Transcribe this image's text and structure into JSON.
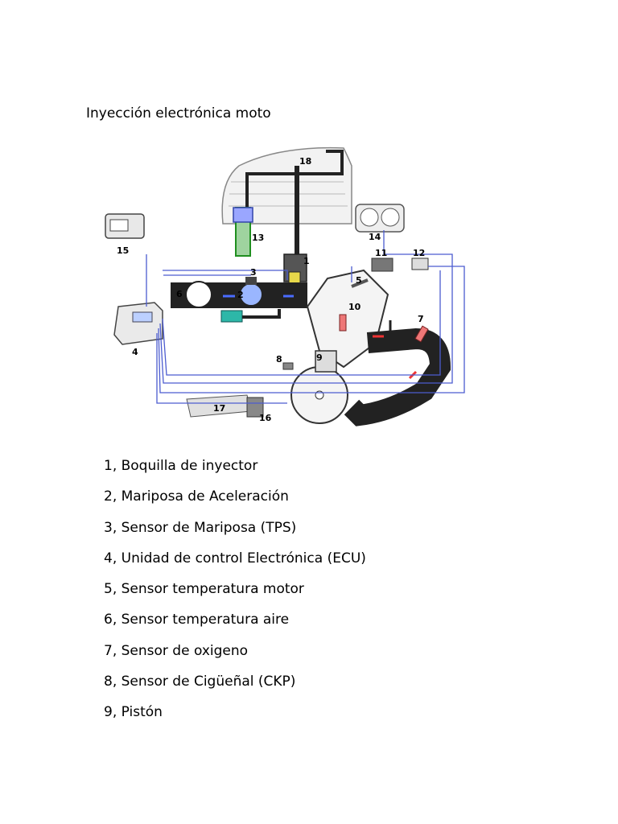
{
  "document": {
    "title": "Inyección electrónica moto"
  },
  "diagram": {
    "numbers": [
      "1",
      "2",
      "3",
      "4",
      "5",
      "6",
      "7",
      "8",
      "9",
      "10",
      "11",
      "12",
      "13",
      "14",
      "15",
      "16",
      "17",
      "18"
    ]
  },
  "legend": [
    "1, Boquilla de inyector",
    "2, Mariposa de Aceleración",
    "3, Sensor de Mariposa (TPS)",
    "4, Unidad de control Electrónica (ECU)",
    "5, Sensor temperatura motor",
    "6, Sensor temperatura aire",
    "7, Sensor de oxigeno",
    "8, Sensor de Cigüeñal (CKP)",
    "9, Pistón"
  ]
}
